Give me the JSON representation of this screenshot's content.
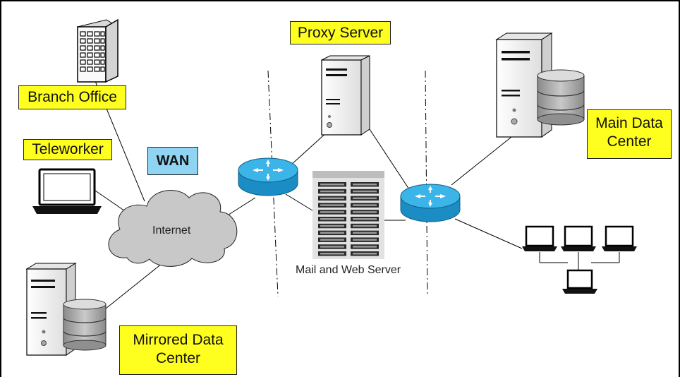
{
  "labels": {
    "branch_office": "Branch Office",
    "teleworker": "Teleworker",
    "wan": "WAN",
    "internet": "Internet",
    "proxy_server": "Proxy Server",
    "mail_web_server": "Mail and Web Server",
    "main_dc_line1": "Main Data",
    "main_dc_line2": "Center",
    "mirrored_dc_line1": "Mirrored Data",
    "mirrored_dc_line2": "Center"
  },
  "colors": {
    "label_fill": "#ffff1f",
    "wan_fill": "#8fd4f2",
    "router_fill": "#2aa7df",
    "cloud_fill": "#c8c8c8",
    "server_fill": "#f0f0f0",
    "rack_fill": "#e0e0e0"
  }
}
